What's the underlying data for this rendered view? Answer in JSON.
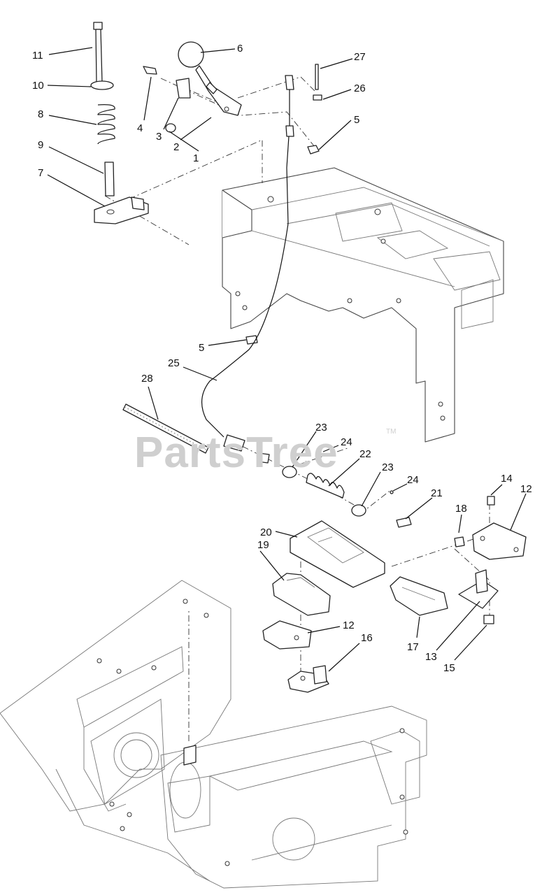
{
  "watermark": {
    "text": "PartsTree",
    "trademark": "TM"
  },
  "callouts": {
    "c1": "1",
    "c2": "2",
    "c3": "3",
    "c4": "4",
    "c5a": "5",
    "c5b": "5",
    "c6": "6",
    "c7": "7",
    "c8": "8",
    "c9": "9",
    "c10": "10",
    "c11": "11",
    "c12a": "12",
    "c12b": "12",
    "c13": "13",
    "c14": "14",
    "c15": "15",
    "c16": "16",
    "c17": "17",
    "c18": "18",
    "c19": "19",
    "c20": "20",
    "c21": "21",
    "c22": "22",
    "c23a": "23",
    "c23b": "23",
    "c24a": "24",
    "c24b": "24",
    "c25": "25",
    "c26": "26",
    "c27": "27",
    "c28": "28"
  },
  "colors": {
    "line": "#222222",
    "watermark": "#cfcfcf",
    "background": "#ffffff"
  }
}
